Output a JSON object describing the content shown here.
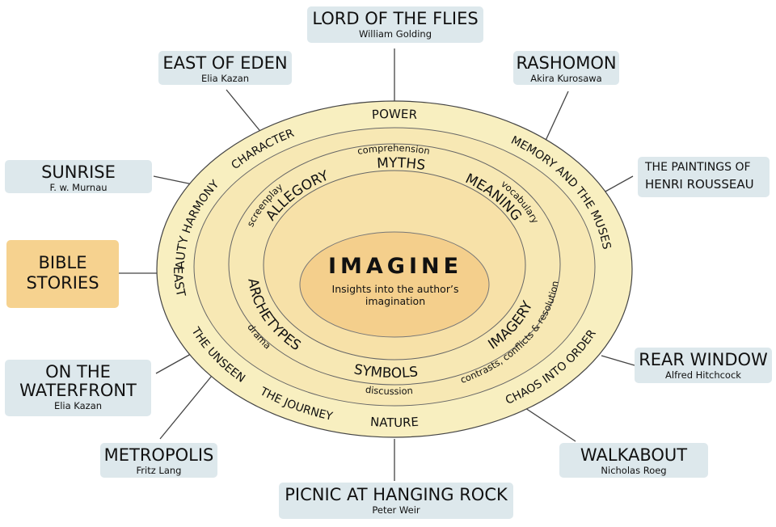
{
  "center": {
    "title": "IMAGINE",
    "subtitle_line1": "Insights into the author’s",
    "subtitle_line2": "imagination"
  },
  "inner_ring": [
    "MYTHS",
    "MEANING",
    "ARCHETYPES",
    "SYMBOLS",
    "IMAGERY",
    "ALLEGORY"
  ],
  "middle_ring": [
    "comprehension",
    "vocabulary",
    "drama",
    "discussion",
    "contrasts, conflicts & resolution",
    "screenplay"
  ],
  "outer_ring": [
    "POWER",
    "MEMORY AND THE MUSES",
    "BEAST",
    "THE UNSEEN",
    "THE JOURNEY",
    "NATURE",
    "CHAOS INTO ORDER",
    "BEAUTY",
    "HARMONY",
    "CHARACTER"
  ],
  "works": [
    {
      "title": "LORD OF THE FLIES",
      "author": "William Golding"
    },
    {
      "title": "RASHOMON",
      "author": "Akira Kurosawa"
    },
    {
      "title_line1": "THE PAINTINGS OF",
      "title_line2": "HENRI ROUSSEAU"
    },
    {
      "title": "REAR WINDOW",
      "author": "Alfred Hitchcock"
    },
    {
      "title": "WALKABOUT",
      "author": "Nicholas Roeg"
    },
    {
      "title": "PICNIC AT HANGING ROCK",
      "author": "Peter Weir"
    },
    {
      "title": "METROPOLIS",
      "author": "Fritz Lang"
    },
    {
      "title_line1": "ON THE",
      "title_line2": "WATERFRONT",
      "author": "Elia Kazan"
    },
    {
      "title_line1": "BIBLE",
      "title_line2": "STORIES"
    },
    {
      "title": "SUNRISE",
      "author": "F. w. Murnau"
    },
    {
      "title": "EAST OF EDEN",
      "author": "Elia Kazan"
    }
  ],
  "colors": {
    "outer_fill": "#f8efc0",
    "middle_fill": "#f7e8b4",
    "inner_fill": "#f7e1a8",
    "center_fill": "#f4cf8c",
    "box_fill": "#dde8ec",
    "highlight_fill": "#f6d28f"
  }
}
